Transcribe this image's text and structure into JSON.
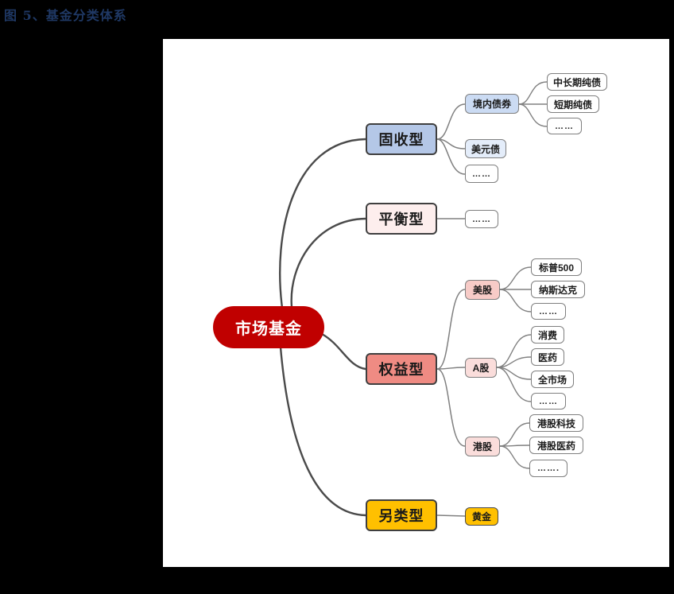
{
  "figure_title": "图 5、基金分类体系",
  "colors": {
    "title_text": "#1F3864",
    "root_bg": "#C00000",
    "fixed_income_bg": "#B4C7E7",
    "balanced_bg": "#FDEEED",
    "equity_bg": "#EF8B83",
    "alternative_bg": "#FFC000",
    "domestic_bond_bg": "#CBDBF3",
    "usd_bond_bg": "#E4EDFA",
    "us_stock_bg": "#F7CBC7",
    "a_share_bg": "#FADDDB",
    "hk_stock_bg": "#FADDDB",
    "gold_bg": "#FFC000",
    "line": "#4A4A4A"
  },
  "mindmap": {
    "root": {
      "label": "市场基金"
    },
    "branches": [
      {
        "label": "固收型",
        "children": [
          {
            "label": "境内债券",
            "children": [
              {
                "label": "中长期纯债"
              },
              {
                "label": "短期纯债"
              },
              {
                "label": "……"
              }
            ]
          },
          {
            "label": "美元债"
          },
          {
            "label": "……"
          }
        ]
      },
      {
        "label": "平衡型",
        "children": [
          {
            "label": "……"
          }
        ]
      },
      {
        "label": "权益型",
        "children": [
          {
            "label": "美股",
            "children": [
              {
                "label": "标普500"
              },
              {
                "label": "纳斯达克"
              },
              {
                "label": "……"
              }
            ]
          },
          {
            "label": "A股",
            "children": [
              {
                "label": "消费"
              },
              {
                "label": "医药"
              },
              {
                "label": "全市场"
              },
              {
                "label": "……"
              }
            ]
          },
          {
            "label": "港股",
            "children": [
              {
                "label": "港股科技"
              },
              {
                "label": "港股医药"
              },
              {
                "label": "……."
              }
            ]
          }
        ]
      },
      {
        "label": "另类型",
        "children": [
          {
            "label": "黄金"
          }
        ]
      }
    ]
  }
}
